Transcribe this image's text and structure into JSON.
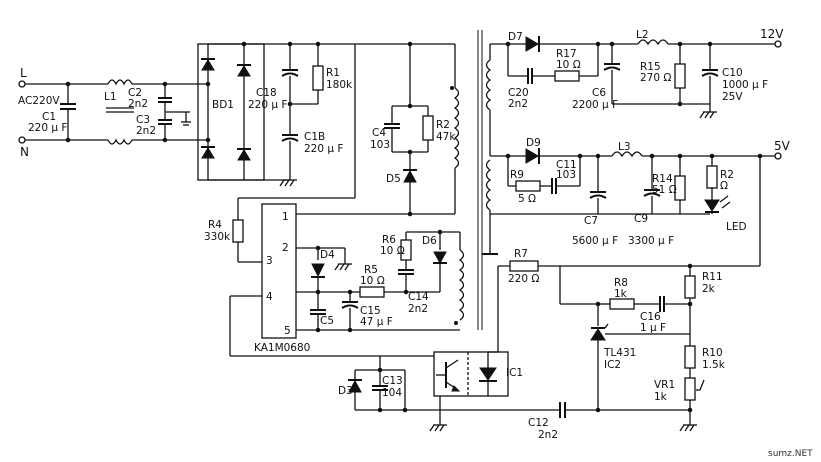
{
  "labels": {
    "L": "L",
    "N": "N",
    "ac": "AC220V",
    "c1": "C1",
    "c1v": "220 μ F",
    "l1": "L1",
    "c2": "C2",
    "c2v": "2n2",
    "c3": "C3",
    "c3v": "2n2",
    "bd1": "BD1",
    "c18": "C18",
    "c18v": "220 μ F",
    "c19": "C1B",
    "c19v": "220 μ F",
    "r1": "R1",
    "r1v": "180k",
    "c4": "C4",
    "c4v": "103",
    "r2": "R2",
    "r2v": "47k",
    "d5": "D5",
    "r4": "R4",
    "r4v": "330k",
    "ic": "KA1M0680",
    "pin1": "1",
    "pin2": "2",
    "pin3": "3",
    "pin4": "4",
    "pin5": "5",
    "d4": "D4",
    "r6": "R6",
    "r6v": "10 Ω",
    "d6": "D6",
    "r5": "R5",
    "r5v": "10 Ω",
    "c5": "C5",
    "c15": "C15",
    "c15v": "47 μ F",
    "c14": "C14",
    "c14v": "2n2",
    "d3": "D3",
    "c13": "C13",
    "c13v": "104",
    "ic1": "IC1",
    "c12": "C12",
    "c12v": "2n2",
    "d7": "D7",
    "r17": "R17",
    "r17v": "10 Ω",
    "c20": "C20",
    "c20v": "2n2",
    "c6": "C6",
    "c6v": "2200 μ F",
    "l2": "L2",
    "r15": "R15",
    "r15v": "270 Ω",
    "c10": "C10",
    "c10v": "1000 μ F",
    "c10v2": "25V",
    "out12": "12V",
    "d9": "D9",
    "c11": "C11",
    "c11v": "103",
    "r9": "R9",
    "r9v": "5 Ω",
    "l3": "L3",
    "c7": "C7",
    "c7v": "5600 μ F",
    "c9": "C9",
    "c9v": "3300 μ F",
    "r14": "R14",
    "r14v": "51 Ω",
    "r2b": "R2",
    "r2bv": "Ω",
    "led": "LED",
    "out5": "5V",
    "r7": "R7",
    "r7v": "220 Ω",
    "r8": "R8",
    "r8v": "1k",
    "c16": "C16",
    "c16v": "1 μ F",
    "r11": "R11",
    "r11v": "2k",
    "tl": "TL431",
    "ic2": "IC2",
    "r10": "R10",
    "r10v": "1.5k",
    "vr1": "VR1",
    "vr1v": "1k",
    "watermark": "sumz.NET"
  }
}
